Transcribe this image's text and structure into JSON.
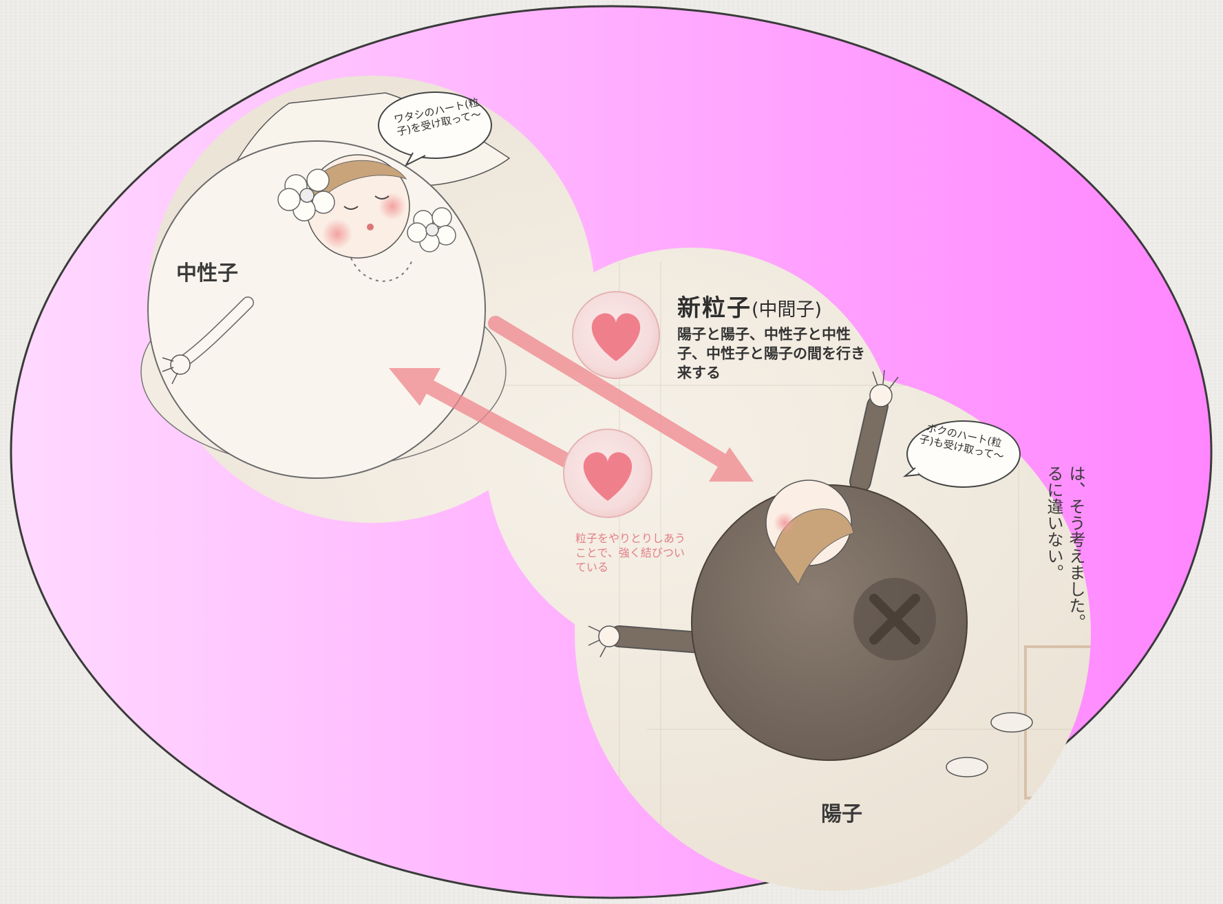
{
  "labels": {
    "neutron": "中性子",
    "proton": "陽子",
    "new_particle_title": "新粒子",
    "new_particle_subtitle": "(中間子)",
    "new_particle_desc": "陽子と陽子、中性子と中性子、中性子と陽子の間を行き来する",
    "exchange_note": "粒子をやりとりしあうことで、強く結びついている",
    "bride_bubble": "ワタシのハート(粒子)を受け取って〜",
    "groom_bubble": "ボクのハート(粒子)も受け取って〜",
    "article_column_1": "は、そう考えました。",
    "article_column_2": "るに違いない。"
  },
  "colors": {
    "ellipse_pink": "#ff8cff",
    "ellipse_pink_light": "#ffd9ff",
    "paper": "#f1ebe1",
    "heart": "#f07f8c",
    "arrow": "#f0868d",
    "groom_body": "#7a6d62"
  },
  "icons": [
    "heart-icon",
    "arrow-icon",
    "flower-icon"
  ]
}
